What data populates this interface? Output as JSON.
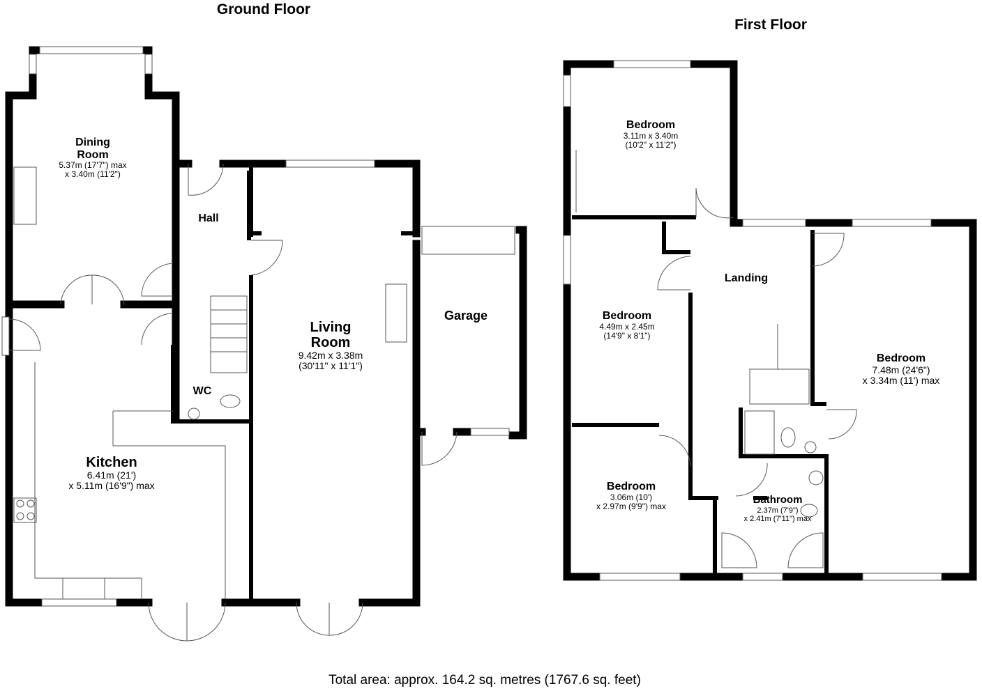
{
  "ground_floor": {
    "title": "Ground Floor",
    "rooms": {
      "dining": {
        "name_line1": "Dining",
        "name_line2": "Room",
        "dim_line1": "5.37m (17'7\") max",
        "dim_line2": "x 3.40m (11'2\")"
      },
      "hall": {
        "name": "Hall"
      },
      "living": {
        "name_line1": "Living",
        "name_line2": "Room",
        "dim_line1": "9.42m x 3.38m",
        "dim_line2": "(30'11\" x 11'1\")"
      },
      "garage": {
        "name": "Garage"
      },
      "wc": {
        "name": "WC"
      },
      "kitchen": {
        "name": "Kitchen",
        "dim_line1": "6.41m (21')",
        "dim_line2": "x 5.11m (16'9\") max"
      }
    }
  },
  "first_floor": {
    "title": "First Floor",
    "rooms": {
      "bedroom1": {
        "name": "Bedroom",
        "dim_line1": "3.11m x 3.40m",
        "dim_line2": "(10'2\" x 11'2\")"
      },
      "bedroom2": {
        "name": "Bedroom",
        "dim_line1": "4.49m x 2.45m",
        "dim_line2": "(14'9\" x 8'1\")"
      },
      "landing": {
        "name": "Landing"
      },
      "bedroom3": {
        "name": "Bedroom",
        "dim_line1": "7.48m (24'6\")",
        "dim_line2": "x 3.34m (11') max"
      },
      "bedroom4": {
        "name": "Bedroom",
        "dim_line1": "3.06m (10')",
        "dim_line2": "x 2.97m (9'9\") max"
      },
      "bathroom": {
        "name": "Bathroom",
        "dim_line1": "2.37m (7'9\")",
        "dim_line2": "x 2.41m (7'11\") max"
      }
    }
  },
  "total_area": "Total area: approx. 164.2 sq. metres (1767.6 sq. feet)"
}
